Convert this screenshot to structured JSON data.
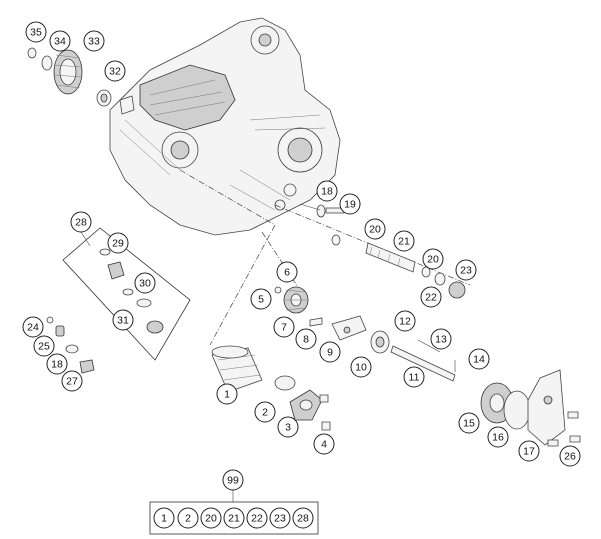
{
  "callouts": [
    {
      "id": "c35",
      "label": "35"
    },
    {
      "id": "c34",
      "label": "34"
    },
    {
      "id": "c33",
      "label": "33"
    },
    {
      "id": "c32",
      "label": "32"
    },
    {
      "id": "c28",
      "label": "28"
    },
    {
      "id": "c29",
      "label": "29"
    },
    {
      "id": "c30",
      "label": "30"
    },
    {
      "id": "c31",
      "label": "31"
    },
    {
      "id": "c24",
      "label": "24"
    },
    {
      "id": "c25",
      "label": "25"
    },
    {
      "id": "c18a",
      "label": "18"
    },
    {
      "id": "c27",
      "label": "27"
    },
    {
      "id": "c18b",
      "label": "18"
    },
    {
      "id": "c19",
      "label": "19"
    },
    {
      "id": "c20a",
      "label": "20"
    },
    {
      "id": "c21",
      "label": "21"
    },
    {
      "id": "c20b",
      "label": "20"
    },
    {
      "id": "c22",
      "label": "22"
    },
    {
      "id": "c23",
      "label": "23"
    },
    {
      "id": "c6",
      "label": "6"
    },
    {
      "id": "c5",
      "label": "5"
    },
    {
      "id": "c7",
      "label": "7"
    },
    {
      "id": "c8",
      "label": "8"
    },
    {
      "id": "c9",
      "label": "9"
    },
    {
      "id": "c10",
      "label": "10"
    },
    {
      "id": "c11",
      "label": "11"
    },
    {
      "id": "c12",
      "label": "12"
    },
    {
      "id": "c13",
      "label": "13"
    },
    {
      "id": "c14",
      "label": "14"
    },
    {
      "id": "c1",
      "label": "1"
    },
    {
      "id": "c2",
      "label": "2"
    },
    {
      "id": "c3",
      "label": "3"
    },
    {
      "id": "c4",
      "label": "4"
    },
    {
      "id": "c15",
      "label": "15"
    },
    {
      "id": "c16",
      "label": "16"
    },
    {
      "id": "c17",
      "label": "17"
    },
    {
      "id": "c26",
      "label": "26"
    },
    {
      "id": "c99",
      "label": "99"
    }
  ],
  "kit": {
    "items": [
      "1",
      "2",
      "20",
      "21",
      "22",
      "23",
      "28"
    ]
  }
}
